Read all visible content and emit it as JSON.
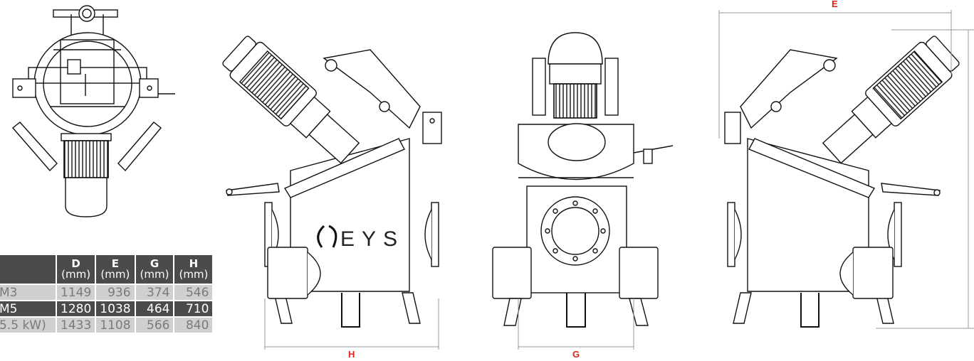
{
  "brand": "EYS",
  "dimension_labels": {
    "E": "E",
    "H": "H",
    "G": "G"
  },
  "table": {
    "columns": [
      {
        "key": "D",
        "unit": "(mm)"
      },
      {
        "key": "E",
        "unit": "(mm)"
      },
      {
        "key": "G",
        "unit": "(mm)"
      },
      {
        "key": "H",
        "unit": "(mm)"
      }
    ],
    "rows": [
      {
        "model": "M3",
        "D": "1149",
        "E": "936",
        "G": "374",
        "H": "546"
      },
      {
        "model": "M5",
        "D": "1280",
        "E": "1038",
        "G": "464",
        "H": "710"
      },
      {
        "model": "5.5 kW)",
        "D": "1433",
        "E": "1108",
        "G": "566",
        "H": "840"
      }
    ]
  }
}
